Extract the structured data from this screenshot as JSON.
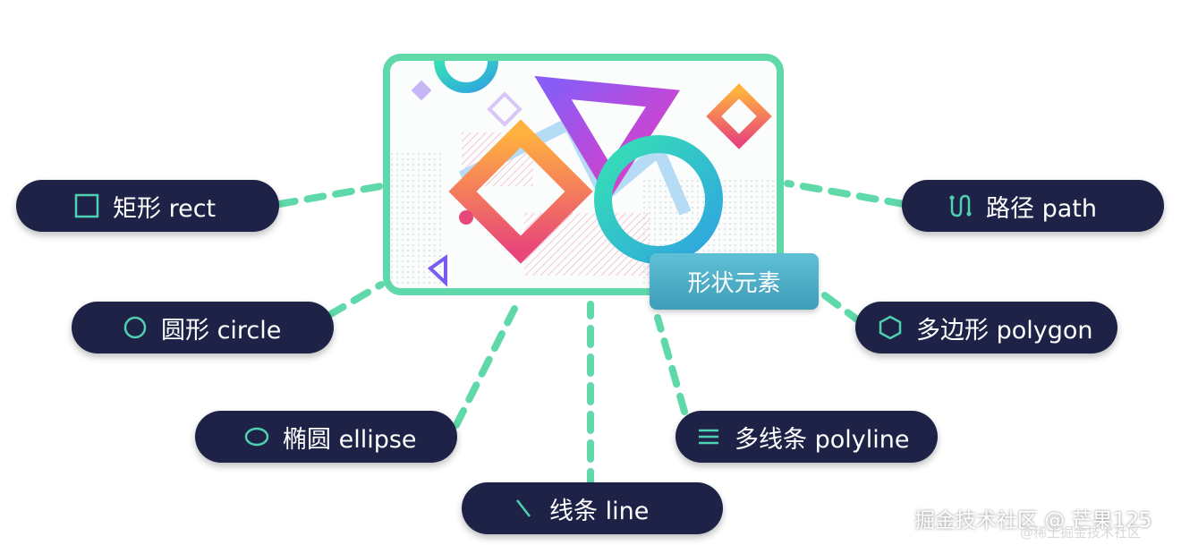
{
  "center": {
    "badge": "形状元素"
  },
  "items": {
    "rect": {
      "label": "矩形 rect"
    },
    "circle": {
      "label": "圆形 circle"
    },
    "ellipse": {
      "label": "椭圆 ellipse"
    },
    "line": {
      "label": "线条 line"
    },
    "polyline": {
      "label": "多线条 polyline"
    },
    "polygon": {
      "label": "多边形 polygon"
    },
    "path": {
      "label": "路径 path"
    }
  },
  "icons": [
    "square-icon",
    "circle-icon",
    "ellipse-icon",
    "line-icon",
    "polyline-icon",
    "hexagon-icon",
    "path-icon"
  ],
  "watermark": {
    "main": "掘金技术社区 @ 芒果125",
    "sub": "@稀土掘金技术社区"
  },
  "colors": {
    "pill_bg": "#1e2247",
    "accent": "#5fd9a9",
    "icon": "#4fd0b0",
    "badge": "#4fb3cc"
  }
}
